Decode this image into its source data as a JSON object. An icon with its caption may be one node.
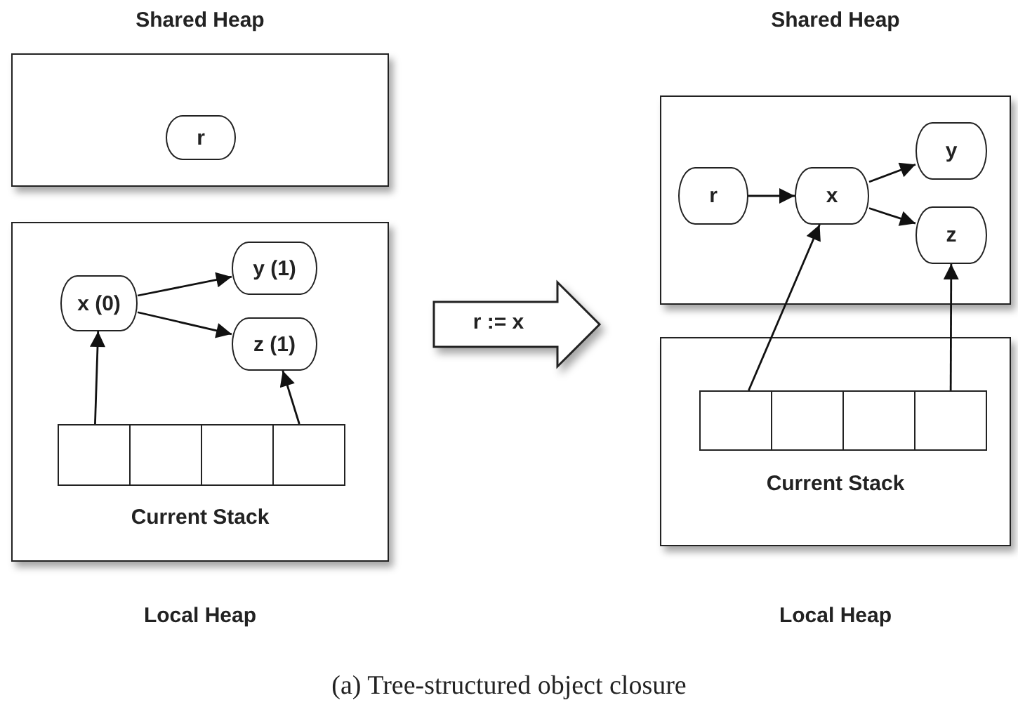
{
  "diagram": {
    "caption": "(a) Tree-structured object closure",
    "nodes": [
      {
        "text": [
          "Shared Heap"
        ]
      },
      {
        "text": [
          "r"
        ],
        "in": 0
      },
      {
        "text": [
          "Current Stack",
          "Local Heap"
        ]
      },
      {
        "text": [
          "x (0)"
        ],
        "in": 2
      },
      {
        "text": [
          "y (1)"
        ],
        "in": 2
      },
      {
        "text": [
          "z (1)"
        ],
        "in": 2
      },
      {
        "text": [],
        "shape": "box",
        "in": 2
      },
      {
        "text": [],
        "shape": "box",
        "in": 2
      },
      {
        "text": [],
        "shape": "box",
        "in": 2
      },
      {
        "text": [],
        "shape": "box",
        "in": 2
      },
      {
        "text": [
          "r := x"
        ]
      },
      {
        "text": [
          "Shared Heap"
        ]
      },
      {
        "text": [
          "r"
        ],
        "in": 11
      },
      {
        "text": [
          "x"
        ],
        "in": 11
      },
      {
        "text": [
          "y"
        ],
        "in": 11
      },
      {
        "text": [
          "z"
        ],
        "in": 11
      },
      {
        "text": [
          "Current Stack",
          "Local Heap"
        ]
      },
      {
        "text": [],
        "shape": "box",
        "in": 16
      },
      {
        "text": [],
        "shape": "box",
        "in": 16
      },
      {
        "text": [],
        "shape": "box",
        "in": 16
      },
      {
        "text": [],
        "shape": "box",
        "in": 16
      }
    ],
    "edges": [
      {
        "from": 3,
        "to": 4,
        "arrow": "to"
      },
      {
        "from": 3,
        "to": 5,
        "arrow": "to"
      },
      {
        "from": 6,
        "to": 3,
        "arrow": "to"
      },
      {
        "from": 9,
        "to": 5,
        "arrow": "to"
      },
      {
        "from": 12,
        "to": 13,
        "arrow": "to"
      },
      {
        "from": 13,
        "to": 14,
        "arrow": "to"
      },
      {
        "from": 13,
        "to": 15,
        "arrow": "to"
      },
      {
        "from": 17,
        "to": 13,
        "arrow": "to"
      },
      {
        "from": 20,
        "to": 15,
        "arrow": "to"
      }
    ]
  }
}
